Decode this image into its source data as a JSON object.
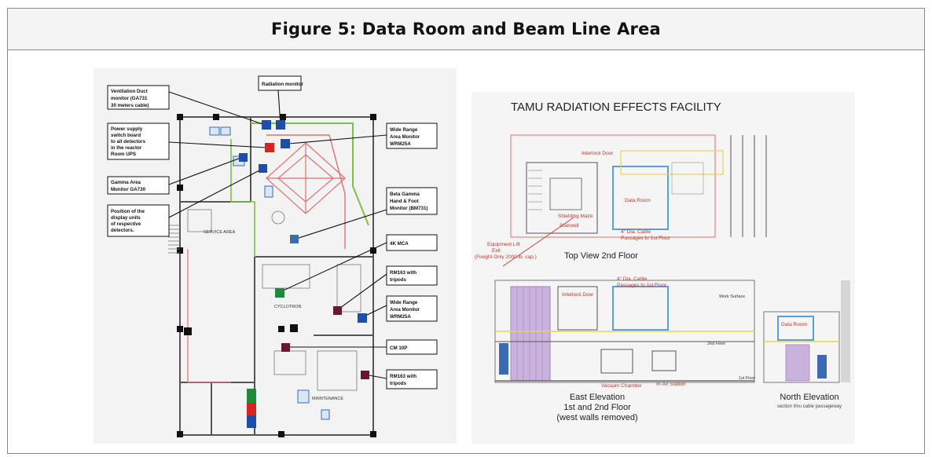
{
  "figure": {
    "title": "Figure 5: Data Room and Beam Line Area"
  },
  "left_plan": {
    "callouts": [
      {
        "id": "radiation-monitor",
        "lines": [
          "Radiation monitor"
        ]
      },
      {
        "id": "ventilation-duct-monitor",
        "lines": [
          "Ventilation Duct",
          "monitor (GA731",
          "30 meters cable)"
        ]
      },
      {
        "id": "power-supply",
        "lines": [
          "Power supply",
          "switch board",
          "to all detectors",
          "in the reactor",
          "Room UPS"
        ]
      },
      {
        "id": "gamma-area-monitor",
        "lines": [
          "Gamma Area",
          "Monitor GA730"
        ]
      },
      {
        "id": "display-units",
        "lines": [
          "Position of the",
          "display units",
          "of respective",
          "detectors."
        ]
      },
      {
        "id": "wide-range-monitor-1",
        "lines": [
          "Wide Range",
          "Area Monitor",
          "WRM25A"
        ]
      },
      {
        "id": "beta-gamma-monitor",
        "lines": [
          "Beta Gamma",
          "Hand & Foot",
          "Monitor (BM731)"
        ]
      },
      {
        "id": "mca",
        "lines": [
          "4K MCA"
        ]
      },
      {
        "id": "rm-tripods-1",
        "lines": [
          "RM163 with",
          "tripods"
        ]
      },
      {
        "id": "wide-range-monitor-2",
        "lines": [
          "Wide Range",
          "Area Monitor",
          "WRM25A"
        ]
      },
      {
        "id": "cm",
        "lines": [
          "CM 10P"
        ]
      },
      {
        "id": "rm-tripods-2",
        "lines": [
          "RM163 with",
          "tripods"
        ]
      }
    ],
    "room_labels": [
      "SERVICE AREA",
      "CYCLOTRON",
      "MAINTENANCE"
    ]
  },
  "right_drawing": {
    "title": "TAMU RADIATION EFFECTS FACILITY",
    "top_view": {
      "caption": "Top View 2nd Floor",
      "labels": [
        "Interlock Door",
        "Data Room",
        "Shielding Maze",
        "Stairwell",
        "4\" Dia. Cable",
        "Passages to 1st Floor",
        "Equipment Lift",
        "Exit",
        "(Freight Only 2000 lb. cap.)"
      ]
    },
    "east_elevation": {
      "caption_lines": [
        "East Elevation",
        "1st and 2nd Floor",
        "(west walls removed)"
      ],
      "labels": [
        "Interlock Door",
        "4\" Dia. Cable",
        "Passages to 1st Floor",
        "Work Surface",
        "2nd Floor",
        "1st Floor",
        "Vacuum Chamber",
        "In-Air Station"
      ]
    },
    "north_elevation": {
      "caption_lines": [
        "North Elevation",
        "section thru cable passageway"
      ],
      "labels": [
        "Data Room"
      ]
    }
  },
  "colors": {
    "monitor_red": "#d42424",
    "monitor_blue": "#1d4fa8",
    "monitor_green": "#1f8a3a",
    "monitor_maroon": "#6b1535",
    "plan_green": "#7dc242",
    "plan_red": "#e27070",
    "drawing_purple": "#a77fc4",
    "drawing_red": "#c0392b"
  }
}
